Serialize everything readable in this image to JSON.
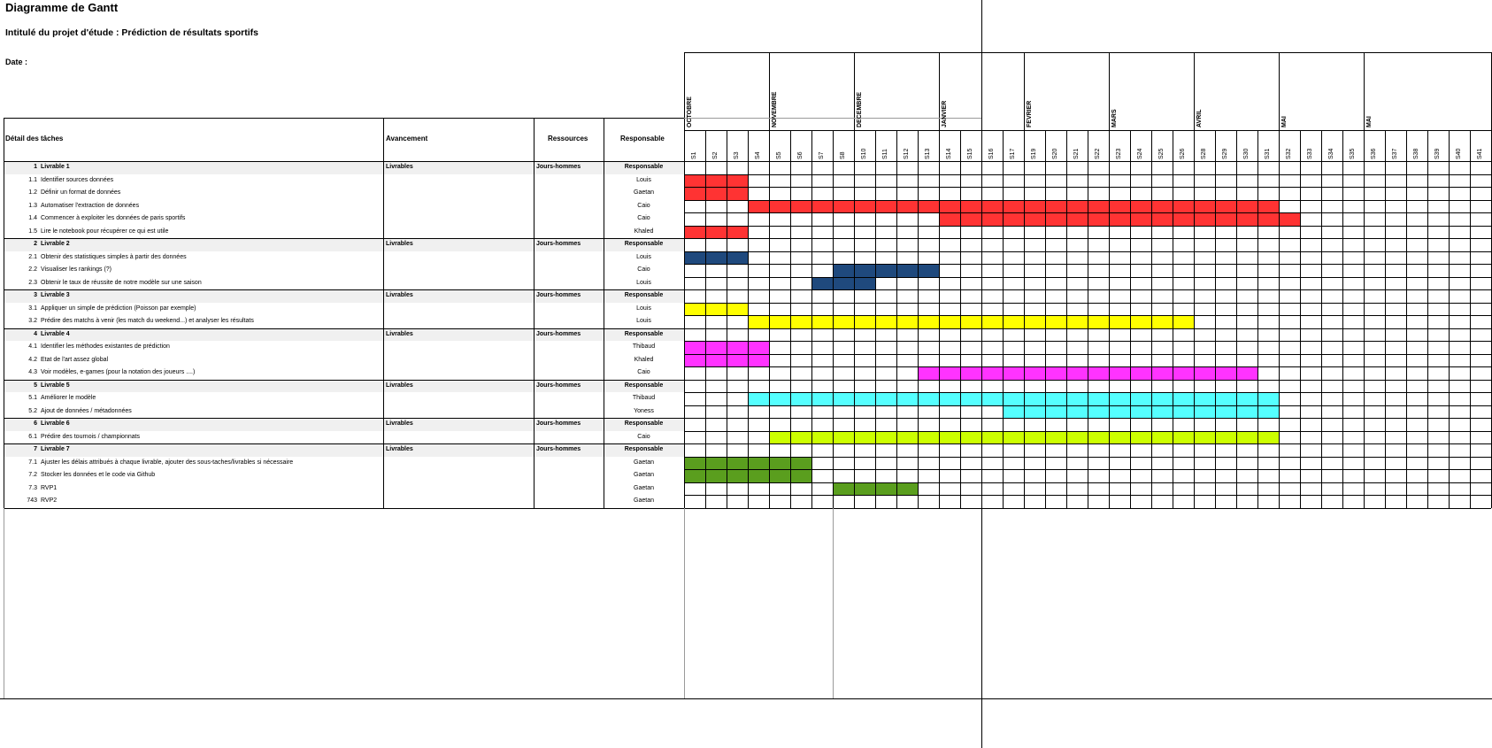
{
  "header": {
    "title": "Diagramme de Gantt",
    "subtitle": "Intitulé du projet d'étude : Prédiction de résultats sportifs",
    "date_label": "Date :"
  },
  "columns": {
    "detail": "Détail des tâches",
    "avancement": "Avancement",
    "ressources": "Ressources",
    "responsable": "Responsable"
  },
  "months": [
    {
      "label": "OCTOBRE",
      "start": 1,
      "span": 4
    },
    {
      "label": "NOVEMBRE",
      "start": 5,
      "span": 4
    },
    {
      "label": "DECEMBRE",
      "start": 9,
      "span": 4
    },
    {
      "label": "JANVIER",
      "start": 13,
      "span": 2
    },
    {
      "label": "FEVRIER",
      "start": 17,
      "span": 4
    },
    {
      "label": "MARS",
      "start": 21,
      "span": 4
    },
    {
      "label": "AVRIL",
      "start": 25,
      "span": 4
    },
    {
      "label": "MAI",
      "start": 29,
      "span": 4
    },
    {
      "label": "MAI",
      "start": 33,
      "span": 4
    }
  ],
  "weeks": [
    "S1",
    "S2",
    "S3",
    "S4",
    "S5",
    "S6",
    "S7",
    "S8",
    "S10",
    "S11",
    "S12",
    "S13",
    "S14",
    "S15",
    "S16",
    "S17",
    "S19",
    "S20",
    "S21",
    "S22",
    "S23",
    "S24",
    "S25",
    "S26",
    "S28",
    "S29",
    "S30",
    "S31",
    "S32",
    "S33",
    "S34",
    "S35",
    "S36",
    "S37",
    "S38",
    "S39",
    "S40",
    "S41"
  ],
  "rows": [
    {
      "num": "1",
      "task": "Livrable 1",
      "avancement": "Livrables",
      "ressources": "Jours-hommes",
      "responsable": "Responsable",
      "type": "group"
    },
    {
      "num": "1.1",
      "task": "Identifier sources données",
      "responsable": "Louis",
      "type": "task",
      "bar": {
        "start": 1,
        "end": 3,
        "color": "#ff3333"
      }
    },
    {
      "num": "1.2",
      "task": "Définir un format de données",
      "responsable": "Gaetan",
      "type": "task",
      "bar": {
        "start": 1,
        "end": 3,
        "color": "#ff3333"
      }
    },
    {
      "num": "1.3",
      "task": "Automatiser l'extraction de données",
      "responsable": "Caio",
      "type": "task",
      "bar": {
        "start": 4,
        "end": 28,
        "color": "#ff3333"
      }
    },
    {
      "num": "1.4",
      "task": "Commencer à exploiter les données de paris sportifs",
      "responsable": "Caio",
      "type": "task",
      "bar": {
        "start": 13,
        "end": 29,
        "color": "#ff3333"
      }
    },
    {
      "num": "1.5",
      "task": "Lire le notebook pour récupérer ce qui est utile",
      "responsable": "Khaled",
      "type": "task",
      "bar": {
        "start": 1,
        "end": 3,
        "color": "#ff3333"
      }
    },
    {
      "num": "2",
      "task": "Livrable 2",
      "avancement": "Livrables",
      "ressources": "Jours-hommes",
      "responsable": "Responsable",
      "type": "group"
    },
    {
      "num": "2.1",
      "task": "Obtenir des statistiques simples à partir des données",
      "responsable": "Louis",
      "type": "task",
      "bar": {
        "start": 1,
        "end": 3,
        "color": "#1f497d"
      }
    },
    {
      "num": "2.2",
      "task": "Visualiser les rankings (?)",
      "responsable": "Caio",
      "type": "task",
      "bar": {
        "start": 8,
        "end": 12,
        "color": "#1f497d"
      }
    },
    {
      "num": "2.3",
      "task": "Obtenir le taux de réussite de notre modèle sur une saison",
      "responsable": "Louis",
      "type": "task",
      "bar": {
        "start": 7,
        "end": 9,
        "color": "#1f497d"
      }
    },
    {
      "num": "3",
      "task": "Livrable 3",
      "avancement": "Livrables",
      "ressources": "Jours-hommes",
      "responsable": "Responsable",
      "type": "group"
    },
    {
      "num": "3.1",
      "task": "Appliquer un simple de prédiction (Poisson par exemple)",
      "responsable": "Louis",
      "type": "task",
      "bar": {
        "start": 1,
        "end": 3,
        "color": "#ffff00"
      }
    },
    {
      "num": "3.2",
      "task": "Prédire des matchs à venir (les match du weekend...) et analyser les résultats",
      "responsable": "Louis",
      "type": "task",
      "bar": {
        "start": 4,
        "end": 24,
        "color": "#ffff00"
      }
    },
    {
      "num": "4",
      "task": "Livrable 4",
      "avancement": "Livrables",
      "ressources": "Jours-hommes",
      "responsable": "Responsable",
      "type": "group"
    },
    {
      "num": "4.1",
      "task": "Identifier les méthodes existantes de prédiction",
      "responsable": "Thibaud",
      "type": "task",
      "bar": {
        "start": 1,
        "end": 4,
        "color": "#ff33ff"
      }
    },
    {
      "num": "4.2",
      "task": "Etat de l'art assez global",
      "responsable": "Khaled",
      "type": "task",
      "bar": {
        "start": 1,
        "end": 4,
        "color": "#ff33ff"
      }
    },
    {
      "num": "4.3",
      "task": "Voir modèles, e-games (pour la notation des joueurs ....)",
      "responsable": "Caio",
      "type": "task",
      "bar": {
        "start": 12,
        "end": 27,
        "color": "#ff33ff"
      }
    },
    {
      "num": "5",
      "task": "Livrable 5",
      "avancement": "Livrables",
      "ressources": "Jours-hommes",
      "responsable": "Responsable",
      "type": "group"
    },
    {
      "num": "5.1",
      "task": "Améliorer le modèle",
      "responsable": "Thibaud",
      "type": "task",
      "bar": {
        "start": 4,
        "end": 28,
        "color": "#55ffff"
      }
    },
    {
      "num": "5.2",
      "task": "Ajout de données / métadonnées",
      "responsable": "Yoness",
      "type": "task",
      "bar": {
        "start": 16,
        "end": 28,
        "color": "#55ffff"
      }
    },
    {
      "num": "6",
      "task": "Livrable 6",
      "avancement": "Livrables",
      "ressources": "Jours-hommes",
      "responsable": "Responsable",
      "type": "group"
    },
    {
      "num": "6.1",
      "task": "Prédire des tournois / championnats",
      "responsable": "Caio",
      "type": "task",
      "bar": {
        "start": 5,
        "end": 28,
        "color": "#ccff00"
      }
    },
    {
      "num": "7",
      "task": "Livrable 7",
      "avancement": "Livrables",
      "ressources": "Jours-hommes",
      "responsable": "Responsable",
      "type": "group"
    },
    {
      "num": "7.1",
      "task": "Ajuster les délais attribués à chaque livrable, ajouter des sous-taches/livrables si nécessaire",
      "responsable": "Gaetan",
      "type": "task",
      "bar": {
        "start": 1,
        "end": 6,
        "color": "#5a9e1e"
      }
    },
    {
      "num": "7.2",
      "task": "Stocker les données et le code via Github",
      "responsable": "Gaetan",
      "type": "task",
      "bar": {
        "start": 1,
        "end": 6,
        "color": "#5a9e1e"
      }
    },
    {
      "num": "7.3",
      "task": "RVP1",
      "responsable": "Gaetan",
      "type": "task",
      "bar": {
        "start": 8,
        "end": 11,
        "color": "#5a9e1e"
      }
    },
    {
      "num": "743",
      "task": "RVP2",
      "responsable": "Gaetan",
      "type": "task"
    }
  ]
}
